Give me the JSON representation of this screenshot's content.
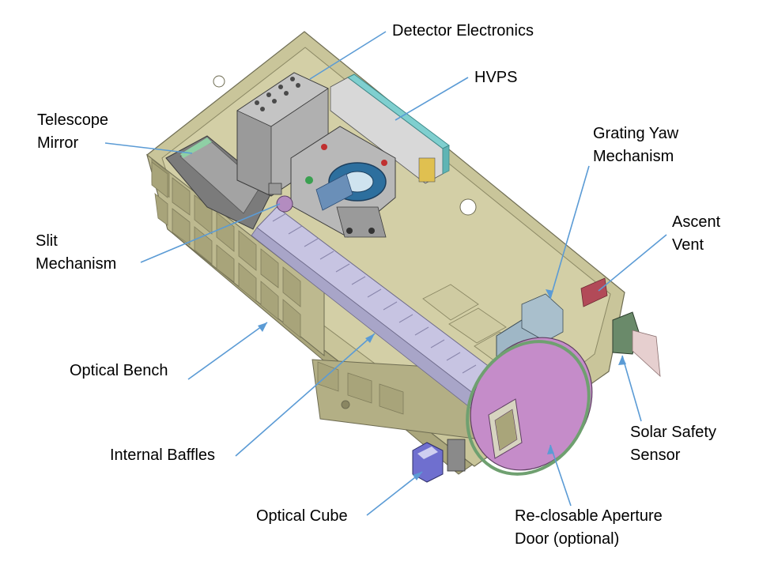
{
  "labels": {
    "detector_electronics": "Detector Electronics",
    "hvps": "HVPS",
    "telescope_mirror": [
      "Telescope",
      "Mirror"
    ],
    "grating_yaw_mechanism": [
      "Grating Yaw",
      "Mechanism"
    ],
    "ascent_vent": [
      "Ascent",
      "Vent"
    ],
    "slit_mechanism": [
      "Slit",
      "Mechanism"
    ],
    "optical_bench": "Optical Bench",
    "internal_baffles": "Internal Baffles",
    "solar_safety_sensor": [
      "Solar Safety",
      "Sensor"
    ],
    "optical_cube": "Optical Cube",
    "aperture_door": [
      "Re-closable Aperture",
      "Door (optional)"
    ]
  },
  "colors": {
    "bench": "#c9c59a",
    "bench_dark": "#a9a57a",
    "bench_light": "#deDBb6",
    "leader_line": "#5b9bd5",
    "door": "#c58cc9",
    "hvps_panel": "#7fcfcf",
    "baffles": "#b6b2d6",
    "vent": "#b24a58"
  }
}
